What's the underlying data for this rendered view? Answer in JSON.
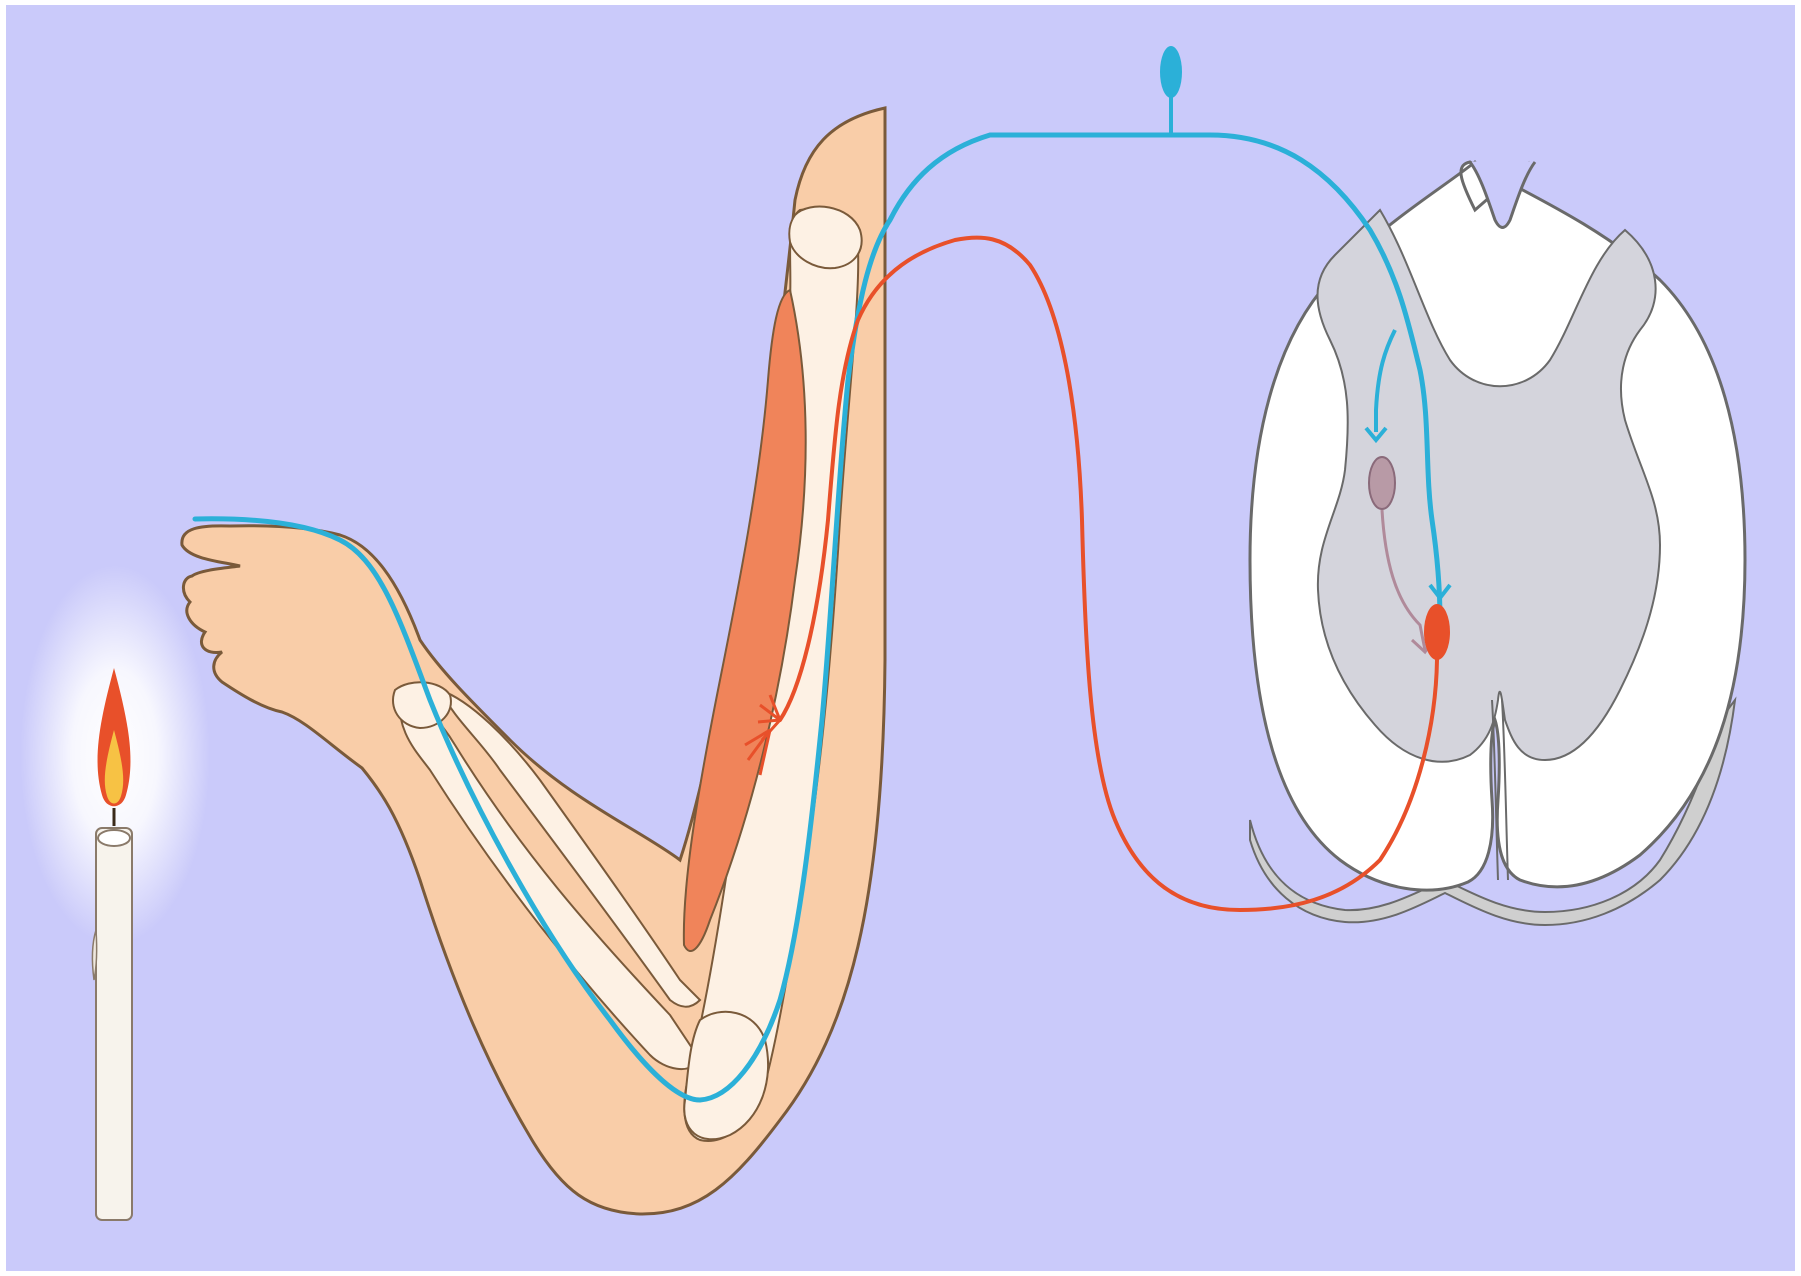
{
  "diagram": {
    "subject": "reflex-arc",
    "colors": {
      "background": "#cacafa",
      "frame": "#ffffff",
      "skin": "#f9cda8",
      "skin_outline": "#7a5a3a",
      "bone": "#fdf1e4",
      "muscle": "#f0845a",
      "sensory_neuron": "#2bb0d8",
      "motor_neuron": "#e8502a",
      "interneuron": "#b08a9a",
      "white_matter": "#ffffff",
      "grey_matter": "#d4d4dc",
      "cord_shadow": "#cfcfcf",
      "candle": "#f7f3ec",
      "flame_outer": "#e8502a",
      "flame_inner": "#f7c244"
    },
    "parts": [
      "candle",
      "arm",
      "sensory-neuron",
      "motor-neuron",
      "interneuron",
      "spinal-cord"
    ]
  }
}
